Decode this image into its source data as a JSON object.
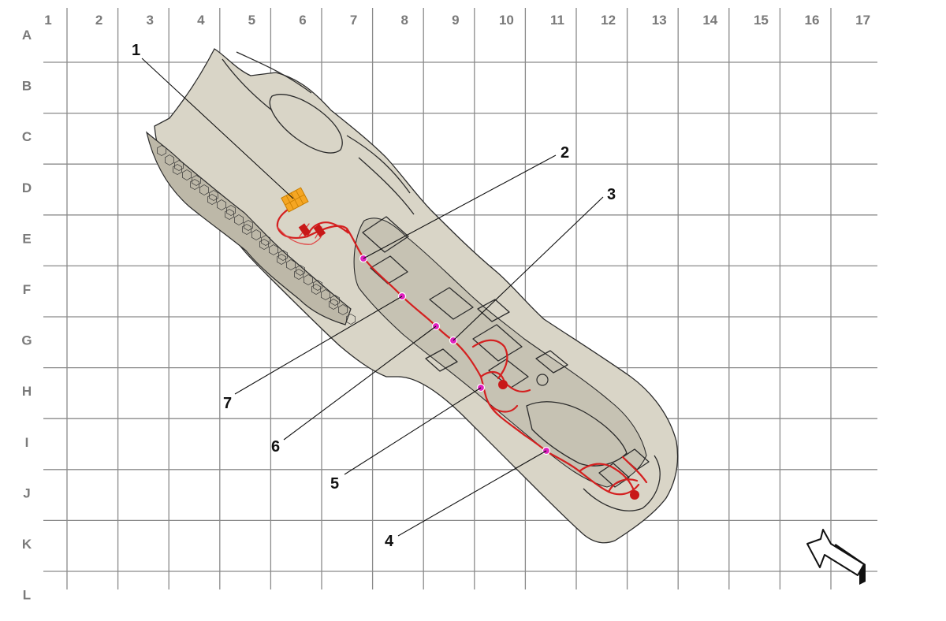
{
  "grid": {
    "columns": [
      "1",
      "2",
      "3",
      "4",
      "5",
      "6",
      "7",
      "8",
      "9",
      "10",
      "11",
      "12",
      "13",
      "14",
      "15",
      "16",
      "17"
    ],
    "rows": [
      "A",
      "B",
      "C",
      "D",
      "E",
      "F",
      "G",
      "H",
      "I",
      "J",
      "K",
      "L"
    ]
  },
  "callouts": [
    {
      "label": "1",
      "name": "callout-1"
    },
    {
      "label": "2",
      "name": "callout-2"
    },
    {
      "label": "3",
      "name": "callout-3"
    },
    {
      "label": "4",
      "name": "callout-4"
    },
    {
      "label": "5",
      "name": "callout-5"
    },
    {
      "label": "6",
      "name": "callout-6"
    },
    {
      "label": "7",
      "name": "callout-7"
    }
  ],
  "colors": {
    "console_fill": "#d9d5c7",
    "harness": "#d42020",
    "connector_dot": "#e020c0",
    "fuse_box": "#f5a623",
    "grid": "#8a8a8a"
  },
  "icons": {
    "direction": "direction-arrow-icon",
    "fuse_box": "fuse-box-icon"
  }
}
